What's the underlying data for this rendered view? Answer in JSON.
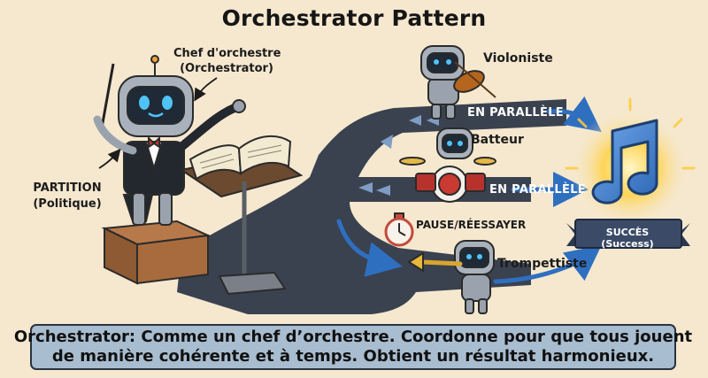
{
  "title": "Orchestrator Pattern",
  "conductor": {
    "line1": "Chef d'orchestre",
    "line2": "(Orchestrator)"
  },
  "partition": {
    "line1": "PARTITION",
    "line2": "(Politique)"
  },
  "musicians": {
    "violin": "Violoniste",
    "drums": "Batteur",
    "trumpet": "Trompettiste"
  },
  "paths": {
    "parallel_1": "EN PARALLÈLE",
    "parallel_2": "EN PARALLÈLE",
    "retry": "PAUSE/RÉESSAYER"
  },
  "success": {
    "line1": "SUCCÈS",
    "line2": "(Success)"
  },
  "caption": {
    "line1": "Orchestrator: Comme un chef d’orchestre. Coordonne pour que tous jouent",
    "line2": "de manière cohérente et à temps. Obtient un résultat harmonieux."
  },
  "colors": {
    "background": "#f5e8cf",
    "road": "#3a4250",
    "accent_arrow": "#2f6fc0",
    "note": "#3e7fd0",
    "glow": "#ffd24a",
    "banner": "#3b4b67",
    "caption_bg": "#a9bdd0"
  }
}
